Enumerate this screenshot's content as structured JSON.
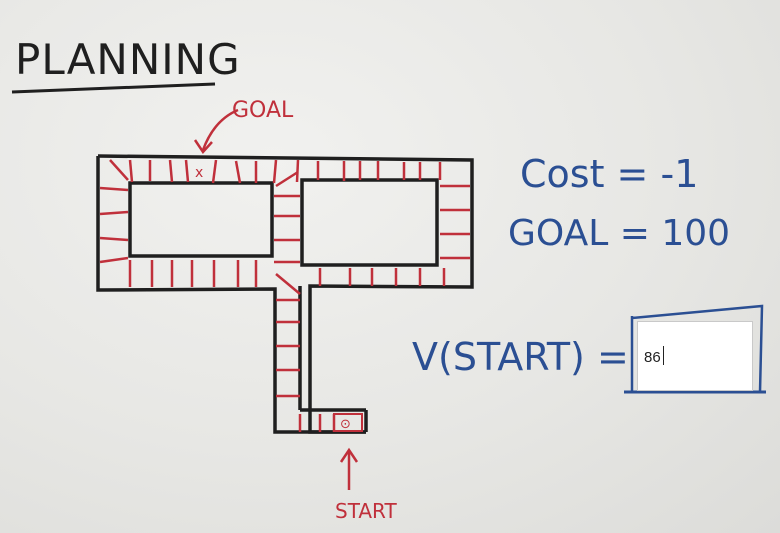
{
  "whiteboard": {
    "title": "PLANNING",
    "goal_label": "GOAL",
    "start_label": "START",
    "goal_marker": "x",
    "start_marker": "⊙",
    "cost_line": "Cost = -1",
    "goal_line": "GOAL = 100",
    "question_label": "V(START) ="
  },
  "answer": {
    "value": "86"
  },
  "colors": {
    "black_marker": "#1f1f1f",
    "red_marker": "#c0303b",
    "blue_marker": "#2b4f93"
  }
}
